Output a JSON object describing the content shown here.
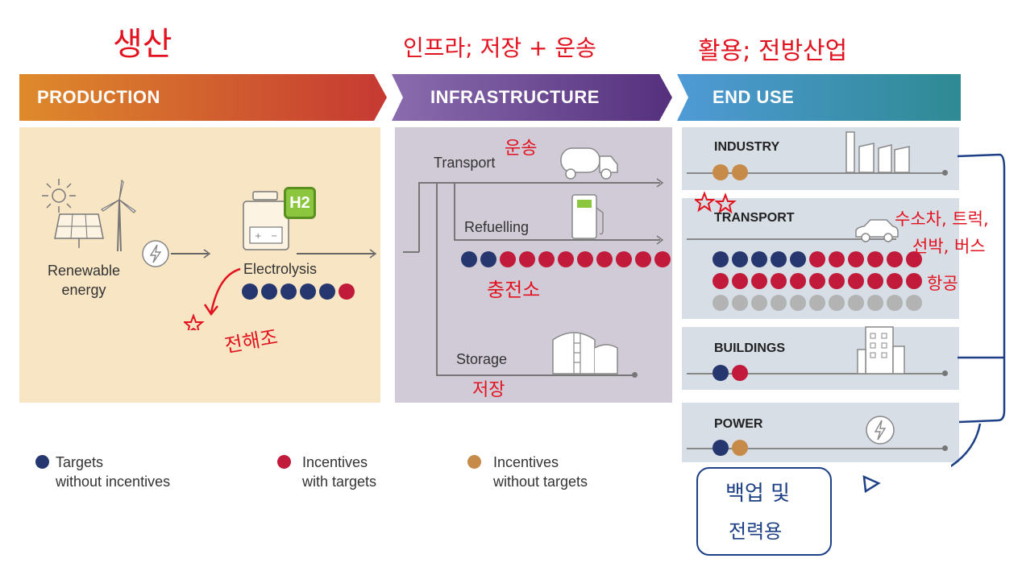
{
  "colors": {
    "targets_without_incentives": "#26366e",
    "incentives_with_targets": "#c21a3a",
    "incentives_without_targets": "#c68b48",
    "neutral": "#b3b3b3",
    "handwriting_red": "#e3121f",
    "handwriting_blue": "#1c3f86"
  },
  "handwritten": {
    "production": "생산",
    "infrastructure": "인프라; 저장 + 운송",
    "end_use": "활용; 전방산업",
    "transport_note": "운송",
    "refuelling_note": "충전소",
    "storage_note": "저장",
    "electrolysis_note": "전해조",
    "transport_end_note_1": "수소차, 트럭,",
    "transport_end_note_2": "선박, 버스",
    "transport_end_note_3": "항공",
    "bracket_note_1": "백업 및",
    "bracket_note_2": "전력용"
  },
  "stages": {
    "production": "PRODUCTION",
    "infrastructure": "INFRASTRUCTURE",
    "end_use": "END USE"
  },
  "production": {
    "renewable_label_1": "Renewable",
    "renewable_label_2": "energy",
    "electrolysis_label": "Electrolysis",
    "h2_badge": "H2",
    "electrolysis_dots": [
      "targets",
      "targets",
      "targets",
      "targets",
      "targets",
      "incentives_with_targets"
    ]
  },
  "infrastructure": {
    "transport_label": "Transport",
    "refuelling_label": "Refuelling",
    "storage_label": "Storage",
    "refuelling_dots": [
      "targets",
      "targets",
      "incentives_with_targets",
      "incentives_with_targets",
      "incentives_with_targets",
      "incentives_with_targets",
      "incentives_with_targets",
      "incentives_with_targets",
      "incentives_with_targets",
      "incentives_with_targets",
      "incentives_with_targets"
    ]
  },
  "end_use": {
    "industry_label": "INDUSTRY",
    "industry_dots": [
      "incentives_without_targets",
      "incentives_without_targets"
    ],
    "transport_label": "TRANSPORT",
    "transport_dots_row1": [
      "targets",
      "targets",
      "targets",
      "targets",
      "targets",
      "incentives_with_targets",
      "incentives_with_targets",
      "incentives_with_targets",
      "incentives_with_targets",
      "incentives_with_targets",
      "incentives_with_targets"
    ],
    "transport_dots_row2": [
      "incentives_with_targets",
      "incentives_with_targets",
      "incentives_with_targets",
      "incentives_with_targets",
      "incentives_with_targets",
      "incentives_with_targets",
      "incentives_with_targets",
      "incentives_with_targets",
      "incentives_with_targets",
      "incentives_with_targets",
      "incentives_with_targets"
    ],
    "transport_dots_row3": [
      "neutral",
      "neutral",
      "neutral",
      "neutral",
      "neutral",
      "neutral",
      "neutral",
      "neutral",
      "neutral",
      "neutral",
      "neutral"
    ],
    "buildings_label": "BUILDINGS",
    "buildings_dots": [
      "targets",
      "incentives_with_targets"
    ],
    "power_label": "POWER",
    "power_dots": [
      "targets",
      "incentives_without_targets"
    ]
  },
  "legend": [
    {
      "key": "targets",
      "line1": "Targets",
      "line2": "without incentives"
    },
    {
      "key": "incentives_with_targets",
      "line1": "Incentives",
      "line2": "with targets"
    },
    {
      "key": "incentives_without_targets",
      "line1": "Incentives",
      "line2": "without targets"
    }
  ]
}
